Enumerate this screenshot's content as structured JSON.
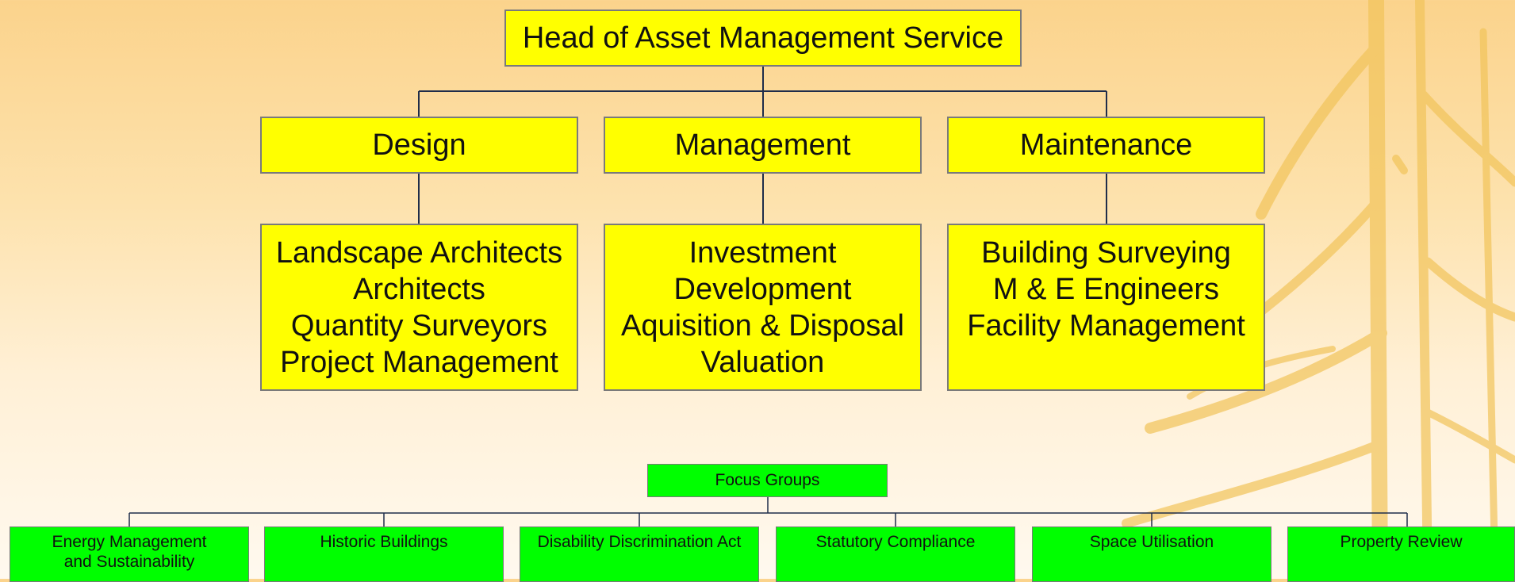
{
  "colors": {
    "yellow_box": "#ffff00",
    "green_box": "#00ff00",
    "border": "#7a7a7a",
    "connector": "#1f2d4a"
  },
  "head": {
    "title": "Head of Asset Management Service"
  },
  "departments": [
    {
      "name": "Design",
      "items": [
        "Landscape Architects",
        "Architects",
        "Quantity Surveyors",
        "Project Management"
      ]
    },
    {
      "name": "Management",
      "items": [
        "Investment",
        "Development",
        "Aquisition & Disposal",
        "Valuation"
      ]
    },
    {
      "name": "Maintenance",
      "items": [
        "Building Surveying",
        "M & E Engineers",
        "Facility Management"
      ]
    }
  ],
  "focus": {
    "title": "Focus Groups",
    "groups": [
      [
        "Energy Management",
        "and Sustainability"
      ],
      [
        "Historic Buildings"
      ],
      [
        "Disability Discrimination Act"
      ],
      [
        "Statutory Compliance"
      ],
      [
        "Space Utilisation"
      ],
      [
        "Property Review"
      ]
    ]
  }
}
